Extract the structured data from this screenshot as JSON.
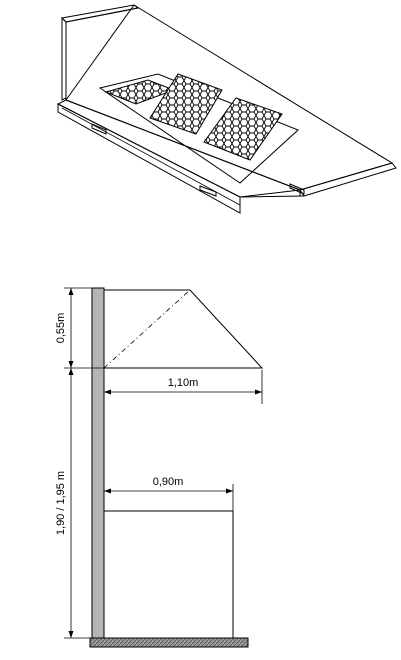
{
  "dimensions": {
    "hood_height": "0,55m",
    "hood_depth": "1,10m",
    "mount_height": "1,90 / 1,95 m",
    "appliance_depth": "0,90m"
  },
  "colors": {
    "wall": "#b5b5b5",
    "floor": "#8a8a8a",
    "line": "#000000"
  }
}
